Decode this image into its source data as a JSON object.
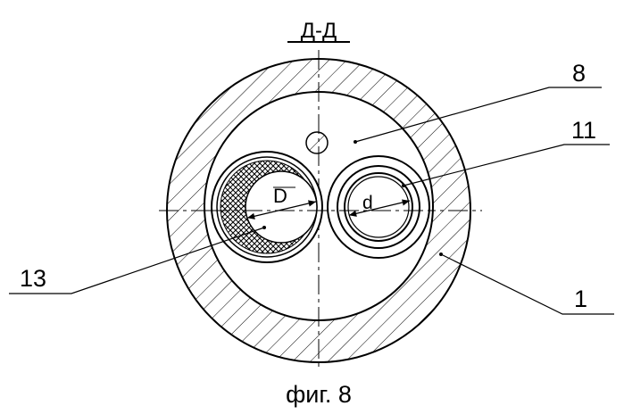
{
  "drawing": {
    "section_label": "Д-Д",
    "caption": "фиг. 8",
    "callouts": {
      "c8": "8",
      "c11": "11",
      "c13": "13",
      "c1": "1"
    },
    "dimensions": {
      "big_channel": "D",
      "small_channel": "d"
    },
    "colors": {
      "ink": "#000000",
      "background": "#ffffff"
    }
  }
}
